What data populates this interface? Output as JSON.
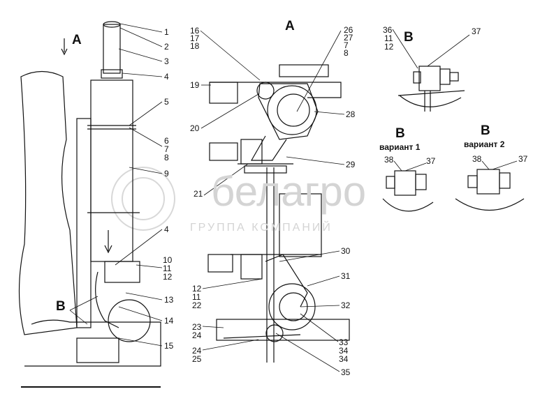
{
  "logo": {
    "brand": "белагро",
    "subtitle": "ГРУППА КОМПАНИЙ"
  },
  "view_labels": {
    "a_left": "A",
    "a_mid": "A",
    "b_left": "B",
    "b_detail": "B",
    "b_var1": "B",
    "b_var2": "B",
    "variant1": "вариант 1",
    "variant2": "вариант 2"
  },
  "left_callouts": [
    "1",
    "2",
    "3",
    "4",
    "5",
    "6",
    "7",
    "8",
    "9",
    "4",
    "10",
    "11",
    "12",
    "13",
    "14",
    "15"
  ],
  "mid_callouts": [
    "16",
    "17",
    "18",
    "26",
    "27",
    "7",
    "8",
    "19",
    "20",
    "28",
    "29",
    "21",
    "30",
    "12",
    "11",
    "22",
    "31",
    "32",
    "23",
    "24",
    "33",
    "34",
    "34",
    "24",
    "25",
    "35"
  ],
  "right_callouts": [
    "36",
    "11",
    "12",
    "37",
    "38",
    "37",
    "38",
    "37"
  ]
}
